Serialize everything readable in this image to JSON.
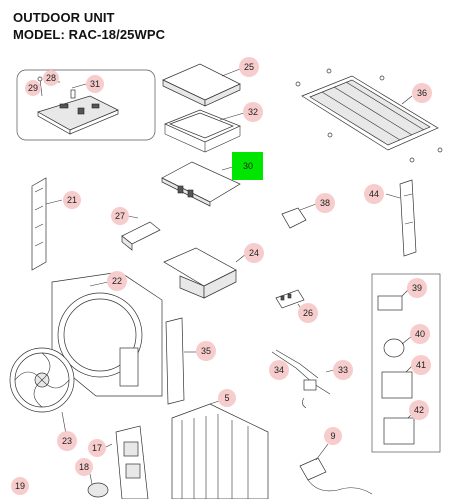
{
  "header": {
    "line1": "OUTDOOR UNIT",
    "line2": "MODEL: RAC-18/25WPC"
  },
  "highlight_color": "#00e600",
  "callout_color": "#f6cccc",
  "callouts": {
    "p25": "25",
    "p28": "28",
    "p29": "29",
    "p31": "31",
    "p32": "32",
    "p36": "36",
    "p30": "30",
    "p21": "21",
    "p44": "44",
    "p27": "27",
    "p38": "38",
    "p24": "24",
    "p22": "22",
    "p39": "39",
    "p26": "26",
    "p40": "40",
    "p35": "35",
    "p41": "41",
    "p34": "34",
    "p33": "33",
    "p42": "42",
    "p5": "5",
    "p9": "9",
    "p23": "23",
    "p17": "17",
    "p18": "18",
    "p19": "19"
  }
}
